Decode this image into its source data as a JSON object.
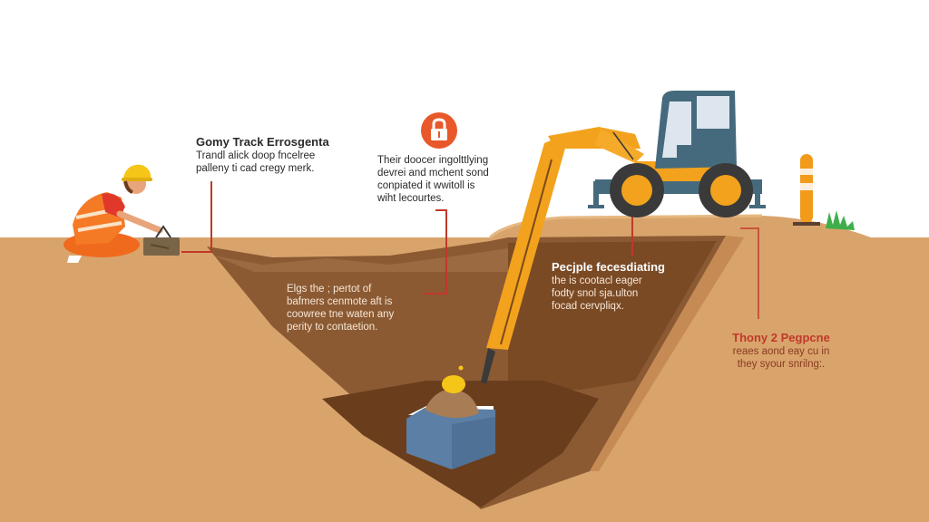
{
  "illustration": {
    "subject": "excavation site cross-section",
    "colors": {
      "sky": "#ffffff",
      "ground": "#d9a46c",
      "pit_outer": "#8b5a33",
      "pit_inner": "#70421f",
      "excavator_body": "#f2a21c",
      "cab": "#466a7d",
      "tire": "#3a3a3a",
      "callout_line": "#c0392b",
      "lock_badge": "#e8582a",
      "container": "#5b7fa5",
      "bollard_orange": "#f29a1a",
      "grass": "#3fae4a"
    },
    "icons": [
      "worker-figure",
      "toolbox",
      "lock-icon",
      "excavator",
      "container-box",
      "gold-nugget",
      "safety-bollard",
      "grass-tuft"
    ]
  },
  "callouts": {
    "worker": {
      "title": "Gomy Track Errosgenta",
      "lines": [
        "Trandl alick doop fncelree",
        "palleny ti cad cregy merk."
      ]
    },
    "lock": {
      "lines": [
        "Their doocer ingolttlying",
        "devrei and mchent sond",
        "conpiated it wwitoll is",
        "wiht lecourtes."
      ]
    },
    "pit_left": {
      "lines": [
        "Elgs the ; pertot of",
        "bafmers cenmote aft is",
        "coowree tne waten any",
        "perity to contaetion."
      ]
    },
    "pit_right": {
      "title": "Pecjple fecesdiating",
      "lines": [
        "the is cootacl eager",
        "fodty snol sja.ulton",
        "focad cervpliqx."
      ]
    },
    "side": {
      "title": "Thony 2 Pegpcne",
      "lines": [
        "reaes aond eay cu in",
        "they syour snrilng:."
      ]
    }
  }
}
